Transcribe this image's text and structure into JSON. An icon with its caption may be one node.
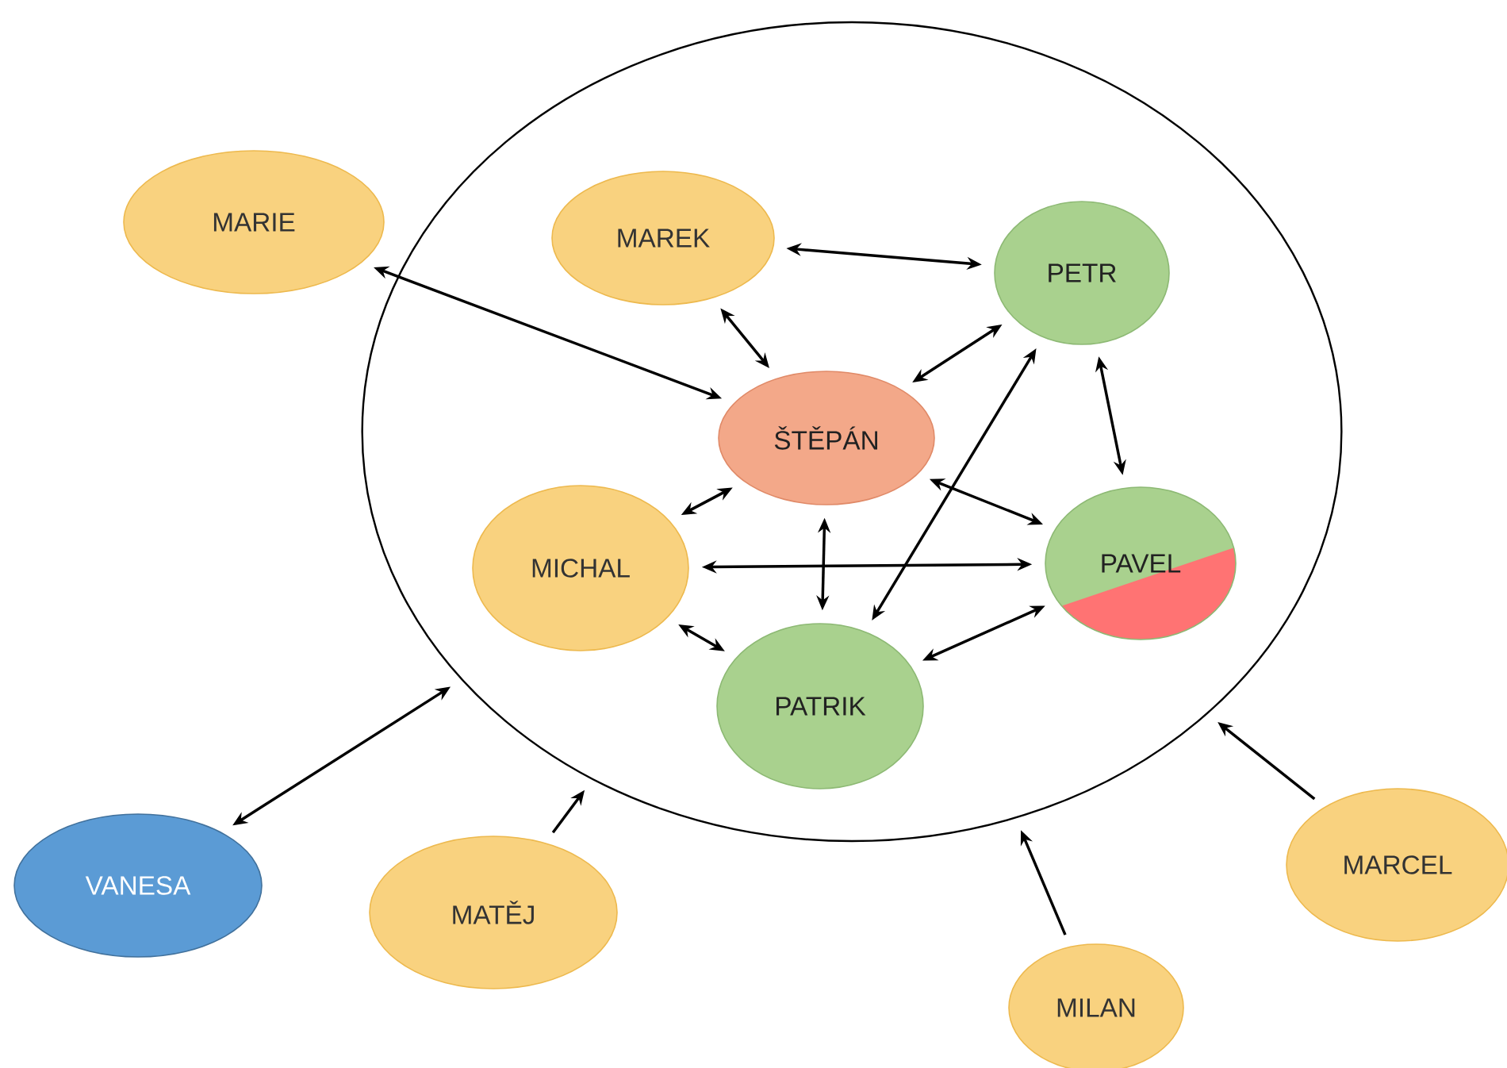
{
  "diagram": {
    "nodes": [
      {
        "text": [
          "MARIE"
        ]
      },
      {
        "text": [],
        "shape": "circle"
      },
      {
        "text": [
          "MAREK"
        ],
        "in": 1
      },
      {
        "text": [
          "PETR"
        ],
        "in": 1
      },
      {
        "text": [
          "ŠTĚPÁN"
        ],
        "in": 1
      },
      {
        "text": [
          "MICHAL"
        ],
        "in": 1
      },
      {
        "text": [
          "PAVEL"
        ],
        "in": 1
      },
      {
        "text": [
          "PATRIK"
        ],
        "in": 1
      },
      {
        "text": [
          "VANESA"
        ]
      },
      {
        "text": [
          "MATĚJ"
        ]
      },
      {
        "text": [
          "MARCEL"
        ]
      },
      {
        "text": [
          "MILAN"
        ]
      }
    ],
    "edges": [
      {
        "from": 0,
        "to": 4,
        "arrow": "both"
      },
      {
        "from": 2,
        "to": 3,
        "arrow": "both"
      },
      {
        "from": 2,
        "to": 4,
        "arrow": "both"
      },
      {
        "from": 3,
        "to": 4,
        "arrow": "both"
      },
      {
        "from": 3,
        "to": 6,
        "arrow": "both"
      },
      {
        "from": 3,
        "to": 7,
        "arrow": "both"
      },
      {
        "from": 4,
        "to": 5,
        "arrow": "both"
      },
      {
        "from": 4,
        "to": 6,
        "arrow": "both"
      },
      {
        "from": 4,
        "to": 7,
        "arrow": "both"
      },
      {
        "from": 5,
        "to": 6,
        "arrow": "both"
      },
      {
        "from": 5,
        "to": 7,
        "arrow": "both"
      },
      {
        "from": 7,
        "to": 6,
        "arrow": "both"
      },
      {
        "from": 8,
        "to": 1,
        "arrow": "both"
      },
      {
        "from": 9,
        "to": 1,
        "arrow": "to"
      },
      {
        "from": 11,
        "to": 1,
        "arrow": "to"
      },
      {
        "from": 10,
        "to": 1,
        "arrow": "to"
      }
    ]
  }
}
